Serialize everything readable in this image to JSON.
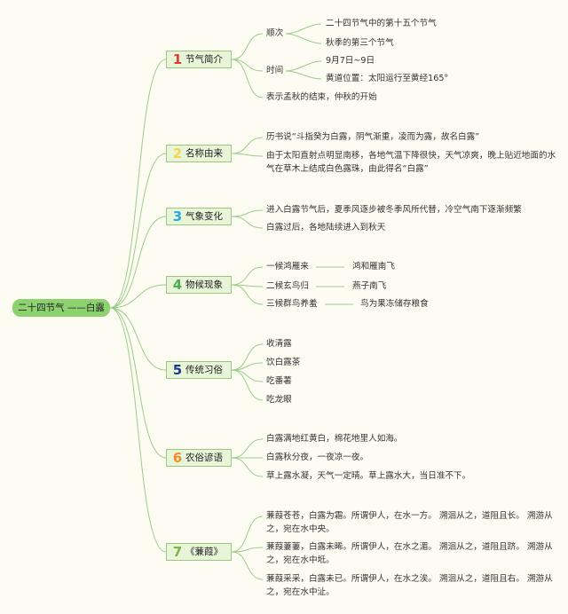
{
  "root": {
    "label": "二十四节气 ——白露"
  },
  "branches": [
    {
      "number": "1",
      "label": "节气简介",
      "number_color": "#e53935",
      "nodes": {
        "shunci": "顺次",
        "shunci_children": [
          "二十四节气中的第十五个节气",
          "秋季的第三个节气"
        ],
        "shijian": "时间",
        "shijian_children": [
          "9月7日~9日",
          "黄道位置：太阳运行至黄经165°"
        ],
        "end_autumn": "表示孟秋的结束，仲秋的开始"
      }
    },
    {
      "number": "2",
      "label": "名称由来",
      "number_color": "#f2d64b",
      "items": [
        "历书说“斗指癸为白露，阴气渐重，凌而为露，故名白露”",
        "由于太阳直射点明显南移，各地气温下降很快，天气凉爽，晚上贴近地面的水气在草木上结成白色露珠，由此得名“白露”"
      ]
    },
    {
      "number": "3",
      "label": "气象变化",
      "number_color": "#29a8e0",
      "items": [
        "进入白露节气后，夏季风逐步被冬季风所代替，冷空气南下逐渐频繁",
        "白露过后，各地陆续进入到秋天"
      ]
    },
    {
      "number": "4",
      "label": "物候现象",
      "number_color": "#4caf50",
      "pairs": [
        {
          "left": "一候鸿雁来",
          "right": "鸿和雁南飞"
        },
        {
          "left": "二候玄鸟归",
          "right": "燕子南飞"
        },
        {
          "left": "三候群鸟养羞",
          "right": "鸟为果冻储存粮食"
        }
      ]
    },
    {
      "number": "5",
      "label": "传统习俗",
      "number_color": "#1e3a8a",
      "items": [
        "收清露",
        "饮白露茶",
        "吃番薯",
        "吃龙眼"
      ]
    },
    {
      "number": "6",
      "label": "农俗谚语",
      "number_color": "#f28c28",
      "items": [
        "白露满地红黄白，棉花地里人如海。",
        "白露秋分夜，一夜凉一夜。",
        "草上露水凝，天气一定晴。草上露水大，当日准不下。"
      ]
    },
    {
      "number": "7",
      "label": "《蒹葭》",
      "number_color": "#7cb342",
      "items": [
        "蒹葭苍苍，白露为霜。所谓伊人，在水一方。 溯洄从之，道阻且长。 溯游从之，宛在水中央。",
        "蒹葭萋萋，白露未晞。所谓伊人，在水之湄。 溯洄从之，道阻且跻。 溯游从之，宛在水中坻。",
        "蒹葭采采，白露未已。所谓伊人，在水之涘。 溯洄从之，道阻且右。 溯游从之，宛在水中沚。"
      ]
    }
  ]
}
